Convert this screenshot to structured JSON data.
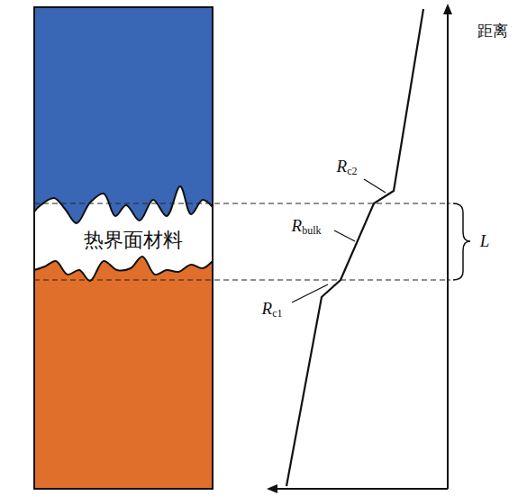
{
  "diagram": {
    "nodes": [
      {
        "text": [
          "热界面材料"
        ]
      }
    ],
    "labels": [
      "Rc2",
      "Rbulk",
      "Rc1",
      "L",
      "距离"
    ]
  }
}
